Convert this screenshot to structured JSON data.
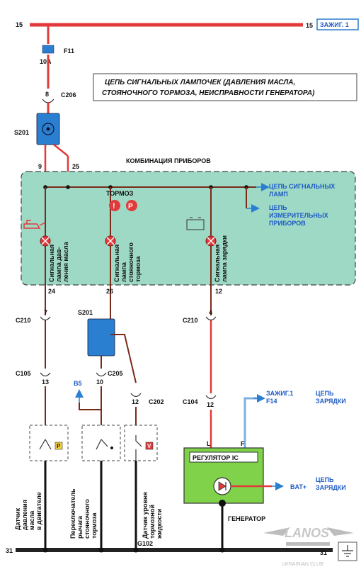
{
  "top_bus": {
    "left_num": "15",
    "right_num": "15",
    "ignition_label": "ЗАЖИГ. 1"
  },
  "fuse": {
    "id": "F11",
    "rating": "10A"
  },
  "connectors": {
    "c206": {
      "pin": "8",
      "id": "C206"
    },
    "s201_top": "S201",
    "c210_left": {
      "pin": "7",
      "id": "C210"
    },
    "c210_right": {
      "pin": "4",
      "id": "C210"
    },
    "s201_mid": "S201",
    "c105": {
      "pin": "13",
      "id": "C105"
    },
    "c205": {
      "pin": "10",
      "id": "C205"
    },
    "c202": {
      "pin": "12",
      "id": "C202"
    },
    "c104": {
      "pin": "12",
      "id": "C104"
    }
  },
  "title_box": {
    "line1": "ЦЕПЬ СИГНАЛЬНЫХ ЛАМПОЧЕК (ДАВЛЕНИЯ МАСЛА,",
    "line2": "СТОЯНОЧНОГО ТОРМОЗА, НЕИСПРАВНОСТИ ГЕНЕРАТОРА)"
  },
  "cluster": {
    "label": "КОМБИНАЦИЯ ПРИБОРОВ",
    "pin_left": "9",
    "pin_mid": "25",
    "out_signal_l1": "ЦЕПЬ СИГНАЛЬНЫХ",
    "out_signal_l2": "ЛАМП",
    "out_gauge_l1": "ЦЕПЬ",
    "out_gauge_l2": "ИЗМЕРИТЕЛЬНЫХ",
    "out_gauge_l3": "ПРИБОРОВ",
    "brake_label": "ТОРМОЗ",
    "lamp_oil_l1": "Сигнальная",
    "lamp_oil_l2": "лампа дав-",
    "lamp_oil_l3": "ления масла",
    "lamp_brake_l1": "Сигнальная",
    "lamp_brake_l2": "лампа",
    "lamp_brake_l3": "стояночного",
    "lamp_brake_l4": "тормоза",
    "lamp_charge_l1": "Сигнальная",
    "lamp_charge_l2": "лампа зарядки",
    "pin_oil": "24",
    "pin_brake": "26",
    "pin_charge": "12"
  },
  "b5": "B5",
  "regulator": {
    "label": "РЕГУЛЯТОР IC",
    "l": "L",
    "f": "F"
  },
  "ignition_f14": {
    "l1": "ЗАЖИГ.1",
    "l2": "F14",
    "charge_l1": "ЦЕПЬ",
    "charge_l2": "ЗАРЯДКИ"
  },
  "bat": {
    "label": "BAT+",
    "charge_l1": "ЦЕПЬ",
    "charge_l2": "ЗАРЯДКИ"
  },
  "generator_label": "ГЕНЕРАТОР",
  "sensors": {
    "oil_l1": "Датчик",
    "oil_l2": "давления",
    "oil_l3": "масла",
    "oil_l4": "в двигателе",
    "brake_l1": "Переключатель",
    "brake_l2": "рычага",
    "brake_l3": "стояночного",
    "brake_l4": "тормоза",
    "fluid_l1": "Датчик уровня",
    "fluid_l2": "тормозной",
    "fluid_l3": "жидкости"
  },
  "ground": {
    "left_num": "31",
    "right_num": "31",
    "g102": "G102"
  },
  "watermark": {
    "brand": "LANOS",
    "sub": "UKRAINIAN CLUB"
  },
  "colors": {
    "red_wire": "#e23a3a",
    "brown_wire": "#7a2a1a",
    "blue_wire": "#7fb0e0",
    "cluster_fill": "#9ed9c6",
    "green_box": "#7fd24a",
    "connector_blue": "#2a7fd0"
  }
}
